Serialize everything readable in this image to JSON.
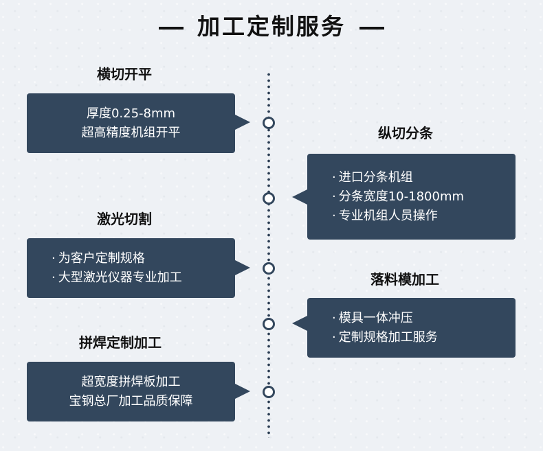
{
  "title": "加工定制服务",
  "services": [
    {
      "heading": "横切开平",
      "lines": [
        "厚度0.25-8mm",
        "超高精度机组开平"
      ]
    },
    {
      "heading": "纵切分条",
      "lines": [
        "进口分条机组",
        "分条宽度10-1800mm",
        "专业机组人员操作"
      ]
    },
    {
      "heading": "激光切割",
      "lines": [
        "为客户定制规格",
        "大型激光仪器专业加工"
      ]
    },
    {
      "heading": "落料模加工",
      "lines": [
        "模具一体冲压",
        "定制规格加工服务"
      ]
    },
    {
      "heading": "拼焊定制加工",
      "lines": [
        "超宽度拼焊板加工",
        "宝钢总厂加工品质保障"
      ]
    }
  ],
  "colors": {
    "box": "#33475d",
    "background": "#eef1f5",
    "text": "#111111"
  }
}
